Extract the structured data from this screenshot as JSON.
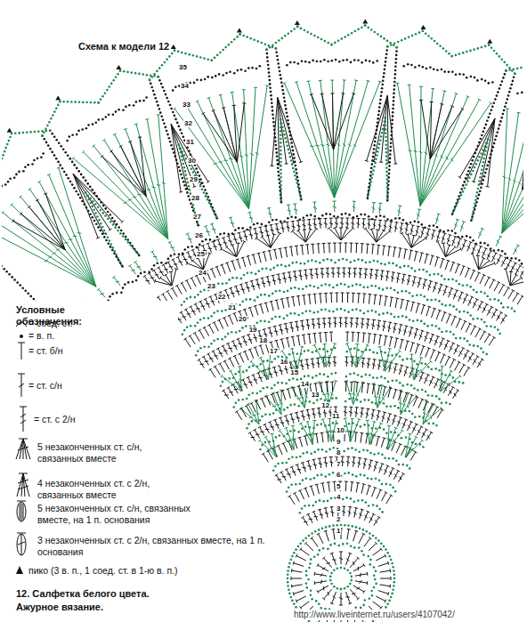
{
  "diagram": {
    "title": "Схема к модели 12",
    "caption": "12. Салфетка белого цвета.",
    "labels": [
      "Условные обозначения:",
      "Ажурное вязание.",
      "35",
      "34",
      "33",
      "32",
      "31",
      "30",
      "29",
      "28",
      "27",
      "26",
      "25",
      "24",
      "23",
      "22",
      "21",
      "20",
      "19",
      "18",
      "17",
      "16",
      "15",
      "14",
      "13",
      "12",
      "11",
      "10",
      "9",
      "8",
      "7",
      "6",
      "5",
      "4",
      "3",
      "2",
      "1",
      "http://www.liveinternet.ru/users/4107042/"
    ],
    "legend": [
      {
        "text": "= соед. ст."
      },
      {
        "text": "= в. п."
      },
      {
        "text": "= ст. б/н"
      },
      {
        "text": "= ст. с/н"
      },
      {
        "text": "= ст. с 2/н"
      },
      {
        "text": "5 незаконченных ст. с/н, связанных вместе"
      },
      {
        "text": "4 незаконченных ст. с 2/н, связанных вместе"
      },
      {
        "text": "5 незаконченных ст. с/н, связанных вместе, на 1 п. основания"
      },
      {
        "text": "3 незаконченных ст. с 2/н, связанных вместе, на 1 п. основания"
      },
      {
        "text": "пико (3 в. п., 1 соед. ст. в 1-ю в. п.)"
      }
    ]
  }
}
